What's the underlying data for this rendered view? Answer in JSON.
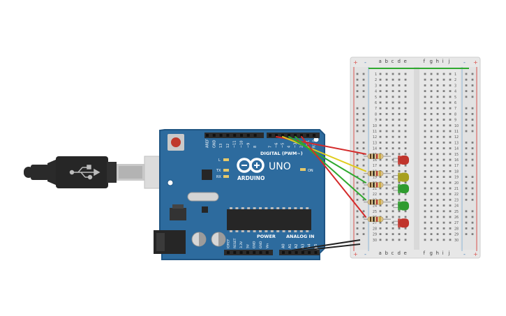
{
  "board": {
    "brand": "ARDUINO",
    "model": "UNO",
    "digital_header": "DIGITAL (PWM~)",
    "power_header": "POWER",
    "analog_header": "ANALOG IN",
    "on_label": "ON",
    "led_labels": [
      "L",
      "TX",
      "RX"
    ],
    "digital_pins": [
      "AREF",
      "GND",
      "13",
      "12",
      "~11",
      "~10",
      "~9",
      "8",
      "7",
      "~6",
      "~5",
      "4",
      "~3",
      "2",
      "TX 1",
      "RX 0"
    ],
    "power_pins": [
      "IOREF",
      "RESET",
      "3.3V",
      "5V",
      "GND",
      "GND",
      "Vin"
    ],
    "analog_pins": [
      "A0",
      "A1",
      "A2",
      "A3",
      "A4",
      "A5"
    ],
    "colors": {
      "pcb": "#2d6b9e",
      "pcb_edge": "#1f5482",
      "header": "#2b2b2b",
      "chip": "#262626"
    }
  },
  "breadboard": {
    "column_letters_left": [
      "a",
      "b",
      "c",
      "d",
      "e"
    ],
    "column_letters_right": [
      "f",
      "g",
      "h",
      "i",
      "j"
    ],
    "row_count": 30,
    "rail_plus": "+",
    "rail_minus": "-",
    "colors": {
      "body": "#e7e7e7",
      "rail_red": "#d9534f",
      "rail_blue": "#8fb6d6",
      "hole": "#7d7d7d"
    }
  },
  "leds": [
    {
      "row": 16,
      "color": "#c0342c"
    },
    {
      "row": 19,
      "color": "#a7a01e"
    },
    {
      "row": 21,
      "color": "#2e9b2e"
    },
    {
      "row": 24,
      "color": "#2e9b2e"
    },
    {
      "row": 27,
      "color": "#c0342c"
    }
  ],
  "wires": [
    {
      "from": "~6",
      "color": "#d42a2a",
      "row": 15
    },
    {
      "from": "~5",
      "color": "#e0cc1b",
      "row": 18
    },
    {
      "from": "4",
      "color": "#2fa92f",
      "row": 20
    },
    {
      "from": "~3",
      "color": "#2fa92f",
      "row": 23
    },
    {
      "from": "2",
      "color": "#d42a2a",
      "row": 26
    }
  ],
  "ground_wires": {
    "color": "#222222",
    "count": 2
  },
  "gnd_rail_wire": {
    "color": "#2fa92f"
  },
  "cable": {
    "colors": {
      "plug_body": "#2a2a2a",
      "metal": "#c9c9c9"
    }
  }
}
